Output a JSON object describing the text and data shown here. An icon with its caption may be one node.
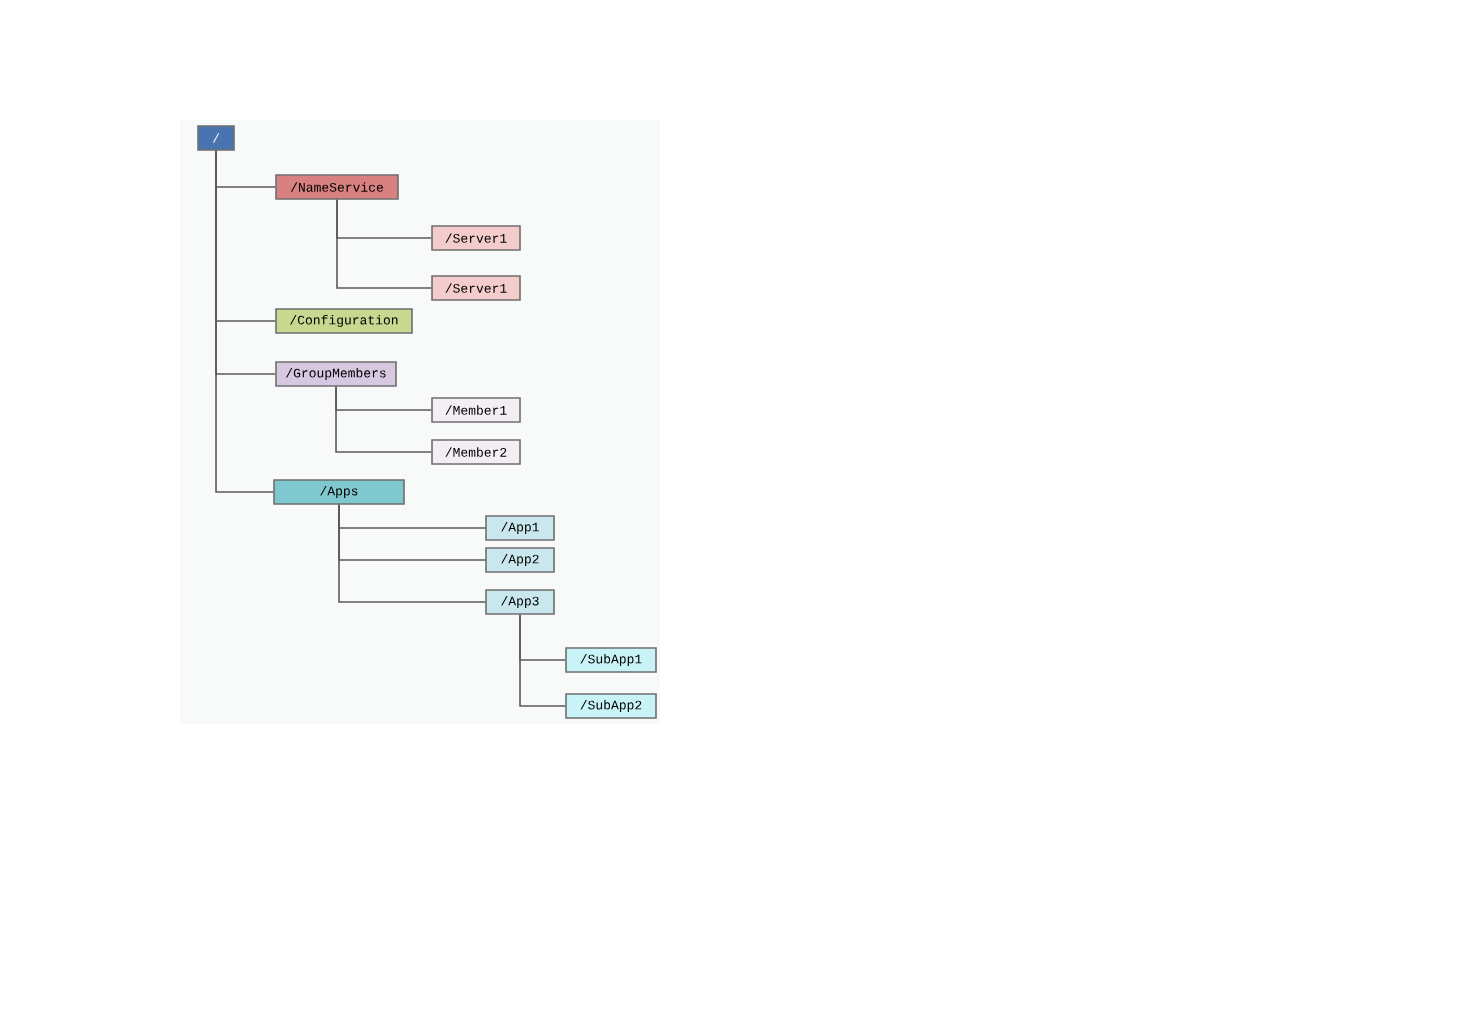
{
  "diagram": {
    "nodes": [
      {
        "text": [
          "/"
        ]
      },
      {
        "text": [
          "/NameService"
        ]
      },
      {
        "text": [
          "/Server1"
        ]
      },
      {
        "text": [
          "/Server1"
        ]
      },
      {
        "text": [
          "/Configuration"
        ]
      },
      {
        "text": [
          "/GroupMembers"
        ]
      },
      {
        "text": [
          "/Member1"
        ]
      },
      {
        "text": [
          "/Member2"
        ]
      },
      {
        "text": [
          "/Apps"
        ]
      },
      {
        "text": [
          "/App1"
        ]
      },
      {
        "text": [
          "/App2"
        ]
      },
      {
        "text": [
          "/App3"
        ]
      },
      {
        "text": [
          "/SubApp1"
        ]
      },
      {
        "text": [
          "/SubApp2"
        ]
      }
    ],
    "edges": [
      {
        "from": 0,
        "to": 1,
        "arrow": "none"
      },
      {
        "from": 1,
        "to": 2,
        "arrow": "none"
      },
      {
        "from": 1,
        "to": 3,
        "arrow": "none"
      },
      {
        "from": 0,
        "to": 4,
        "arrow": "none"
      },
      {
        "from": 0,
        "to": 5,
        "arrow": "none"
      },
      {
        "from": 5,
        "to": 6,
        "arrow": "none"
      },
      {
        "from": 5,
        "to": 7,
        "arrow": "none"
      },
      {
        "from": 0,
        "to": 8,
        "arrow": "none"
      },
      {
        "from": 8,
        "to": 9,
        "arrow": "none"
      },
      {
        "from": 8,
        "to": 10,
        "arrow": "none"
      },
      {
        "from": 8,
        "to": 11,
        "arrow": "none"
      },
      {
        "from": 11,
        "to": 12,
        "arrow": "none"
      },
      {
        "from": 11,
        "to": 13,
        "arrow": "none"
      }
    ]
  }
}
